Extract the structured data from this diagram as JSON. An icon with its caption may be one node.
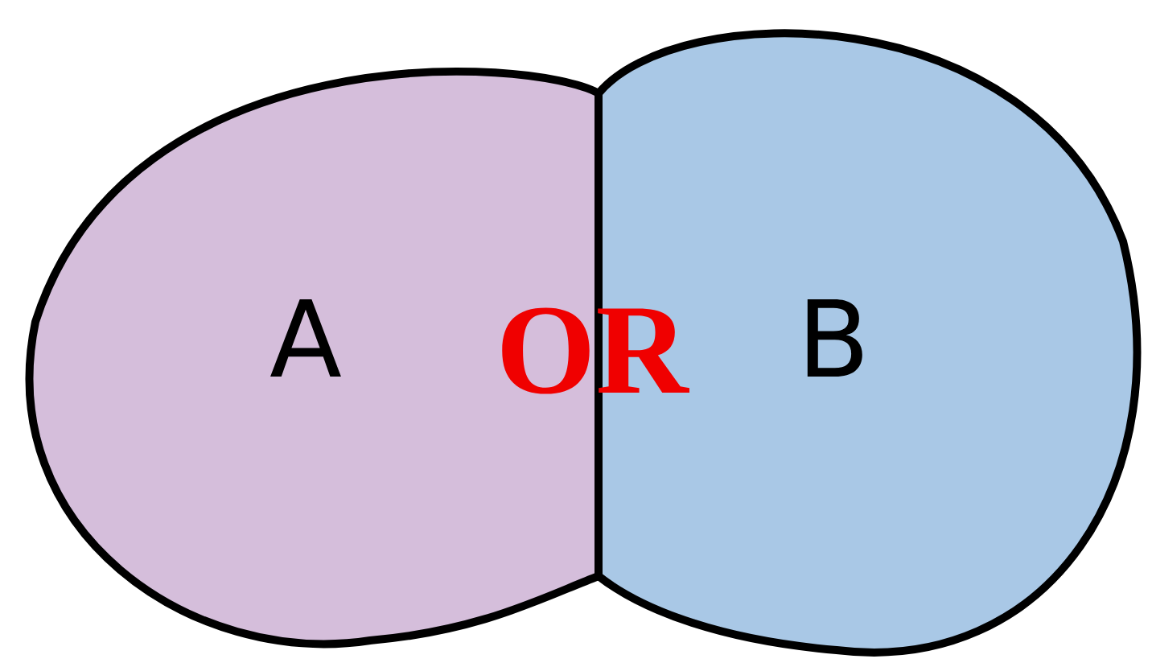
{
  "diagram": {
    "nodes": [
      {
        "text": [
          "A"
        ]
      },
      {
        "text": [
          "B"
        ]
      }
    ],
    "labels": [
      "OR"
    ]
  }
}
